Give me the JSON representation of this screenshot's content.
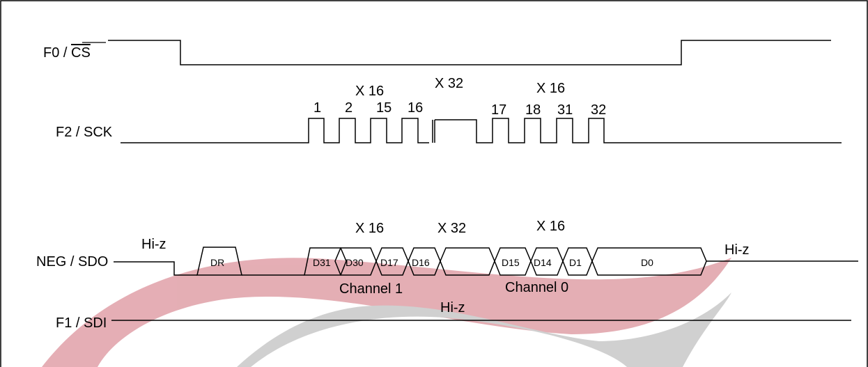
{
  "signals": {
    "cs": {
      "prefix": "F0 / ",
      "name": "CS"
    },
    "sck": {
      "name": "F2 / SCK"
    },
    "sdo": {
      "name": "NEG / SDO"
    },
    "sdi": {
      "name": "F1 / SDI"
    }
  },
  "sck": {
    "repeat_left": "X 16",
    "repeat_mid": "X 32",
    "repeat_right": "X 16",
    "pulse_labels": [
      "1",
      "2",
      "15",
      "16",
      "17",
      "18",
      "31",
      "32"
    ]
  },
  "sdo": {
    "repeat_left": "X 16",
    "repeat_mid": "X 32",
    "repeat_right": "X 16",
    "hiz_left": "Hi-z",
    "hiz_right": "Hi-z",
    "dr_label": "DR",
    "cells": [
      "D31",
      "D30",
      "D17",
      "D16",
      "D15",
      "D14",
      "D1",
      "D0"
    ],
    "channel1": "Channel 1",
    "channel0": "Channel 0"
  },
  "sdi": {
    "hiz": "Hi-z"
  },
  "watermark": {
    "red": "#e0a0a8",
    "gray": "#c8c8c8"
  }
}
